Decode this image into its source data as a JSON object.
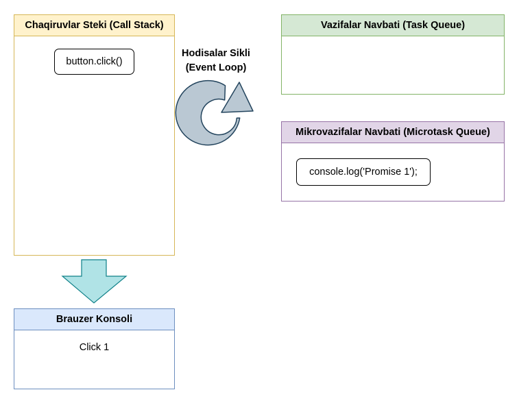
{
  "colors": {
    "call_stack": {
      "header": "#fff2cc",
      "border": "#d6b656"
    },
    "task_queue": {
      "header": "#d5e8d4",
      "border": "#82b366"
    },
    "microtask_queue": {
      "header": "#e1d5e7",
      "border": "#9673a6"
    },
    "console": {
      "header": "#dae8fc",
      "border": "#6c8ebf"
    },
    "event_loop_fill": "#bac8d3",
    "event_loop_stroke": "#23445d",
    "arrow_fill": "#b0e3e6",
    "arrow_stroke": "#0e8088"
  },
  "call_stack": {
    "title": "Chaqiruvlar Steki (Call Stack)",
    "items": [
      "button.click()"
    ]
  },
  "event_loop": {
    "title_line1": "Hodisalar Sikli",
    "title_line2": "(Event Loop)",
    "icon": "circular-arrow-icon"
  },
  "task_queue": {
    "title": "Vazifalar Navbati (Task Queue)",
    "items": []
  },
  "microtask_queue": {
    "title": "Mikrovazifalar Navbati (Microtask Queue)",
    "items": [
      "console.log('Promise 1');"
    ]
  },
  "console": {
    "title": "Brauzer Konsoli",
    "lines": [
      "Click 1"
    ]
  },
  "flow_arrow": {
    "icon": "down-arrow-icon"
  }
}
